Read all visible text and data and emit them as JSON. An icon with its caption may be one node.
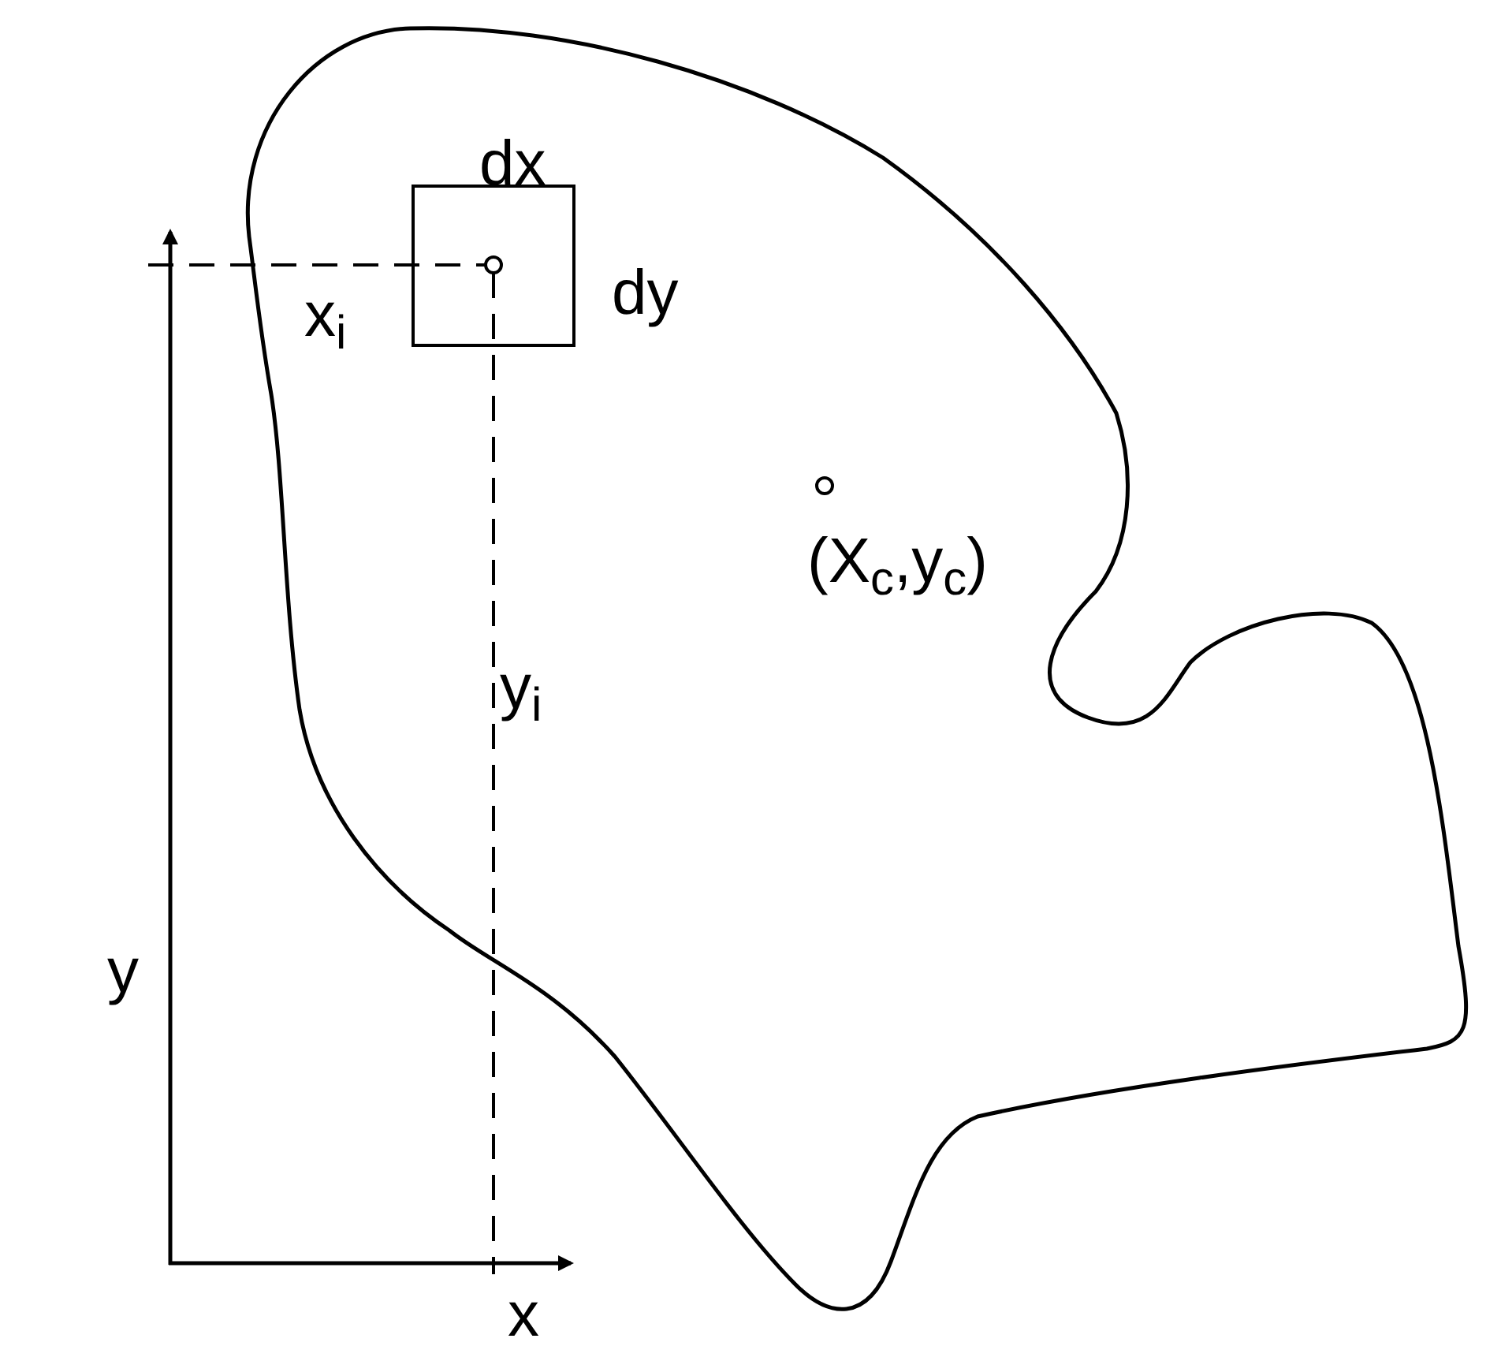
{
  "diagram": {
    "labels": [
      "dx",
      "dy",
      "x$_{i}$",
      "y$_{i}$",
      "(X$_{c}$,y$_{c}$)",
      "y",
      "x"
    ]
  }
}
